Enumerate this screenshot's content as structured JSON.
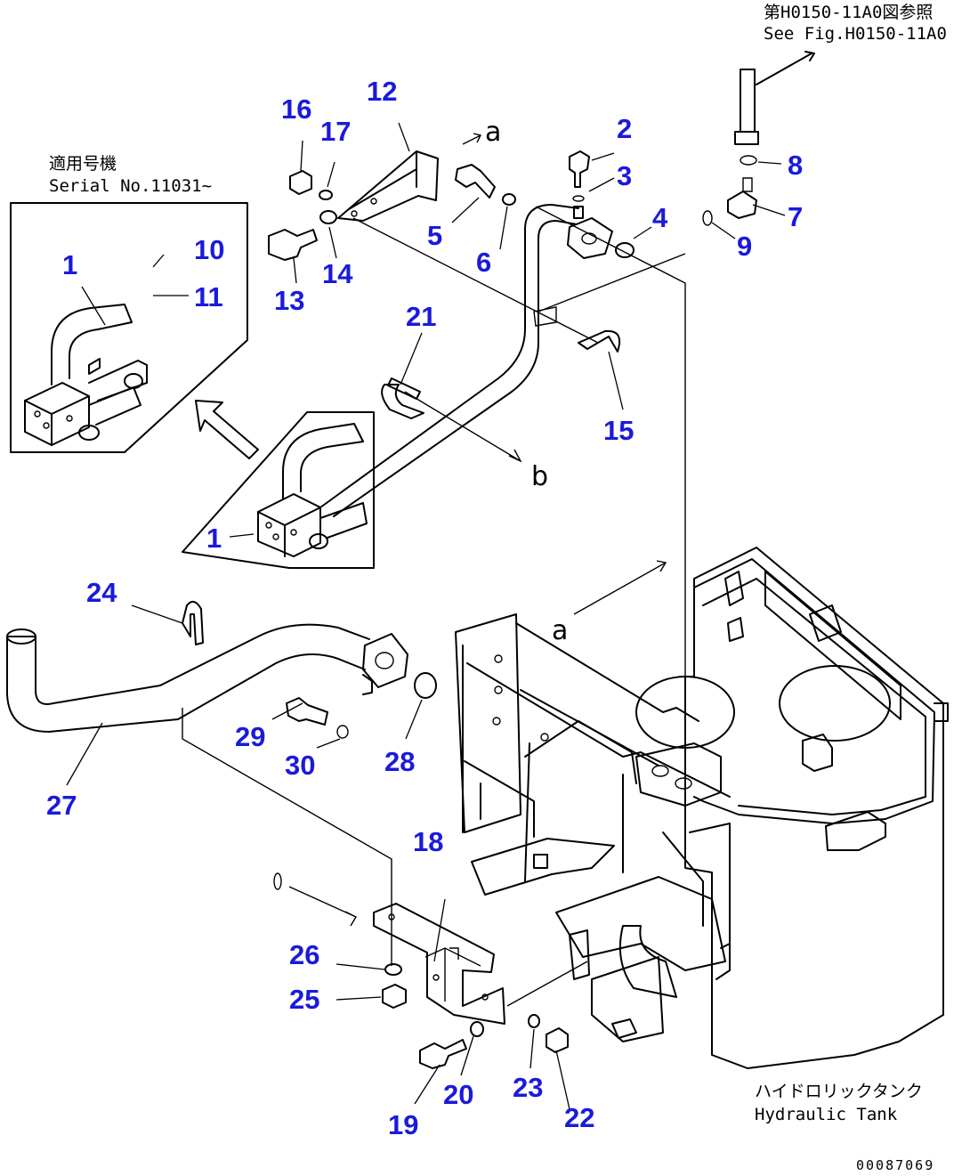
{
  "reference": {
    "jp": "第H0150-11A0図参照",
    "en": "See Fig.H0150-11A0"
  },
  "serial_note": {
    "jp": "適用号機",
    "en": "Serial No.11031~"
  },
  "tank_label": {
    "jp": "ハイドロリックタンク",
    "en": "Hydraulic Tank"
  },
  "figure_code": "00087069",
  "view_letters": [
    "a",
    "a",
    "b"
  ],
  "part_numbers": [
    "1",
    "1",
    "2",
    "3",
    "4",
    "5",
    "6",
    "7",
    "8",
    "9",
    "10",
    "11",
    "12",
    "13",
    "14",
    "15",
    "16",
    "17",
    "18",
    "19",
    "20",
    "21",
    "22",
    "23",
    "24",
    "25",
    "26",
    "27",
    "28",
    "29",
    "30"
  ],
  "colors": {
    "callout": "#1a1adc",
    "line": "#000000"
  }
}
